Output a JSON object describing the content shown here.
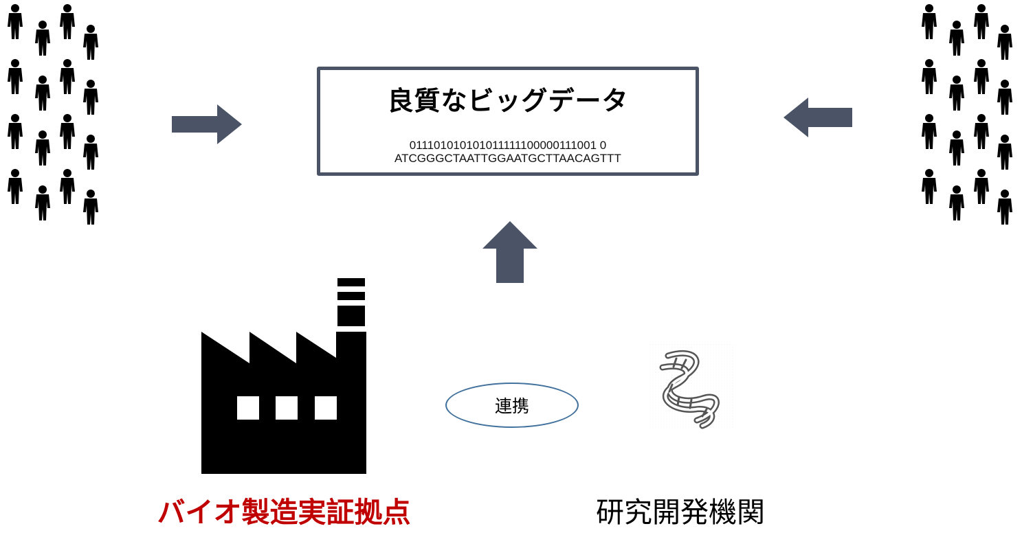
{
  "big_data_box": {
    "title": "良質なビッグデータ",
    "binary_line": "011101010101011111100000111001 0",
    "dna_line": "ATCGGGCTAATTGGAATGCTTAACAGTTT"
  },
  "collaboration": {
    "label": "連携"
  },
  "labels": {
    "biofoundry": "バイオ製造実証拠点",
    "rnd": "研究開発機関"
  },
  "colors": {
    "arrow": "#4a5466",
    "box_border": "#4a5466",
    "oval_border": "#41719c",
    "biofoundry_label": "#c00000",
    "silhouette": "#000000"
  },
  "icons": {
    "people_left": "people-crowd-icon",
    "people_right": "people-crowd-icon",
    "factory": "factory-icon",
    "dna": "dna-helix-icon"
  }
}
